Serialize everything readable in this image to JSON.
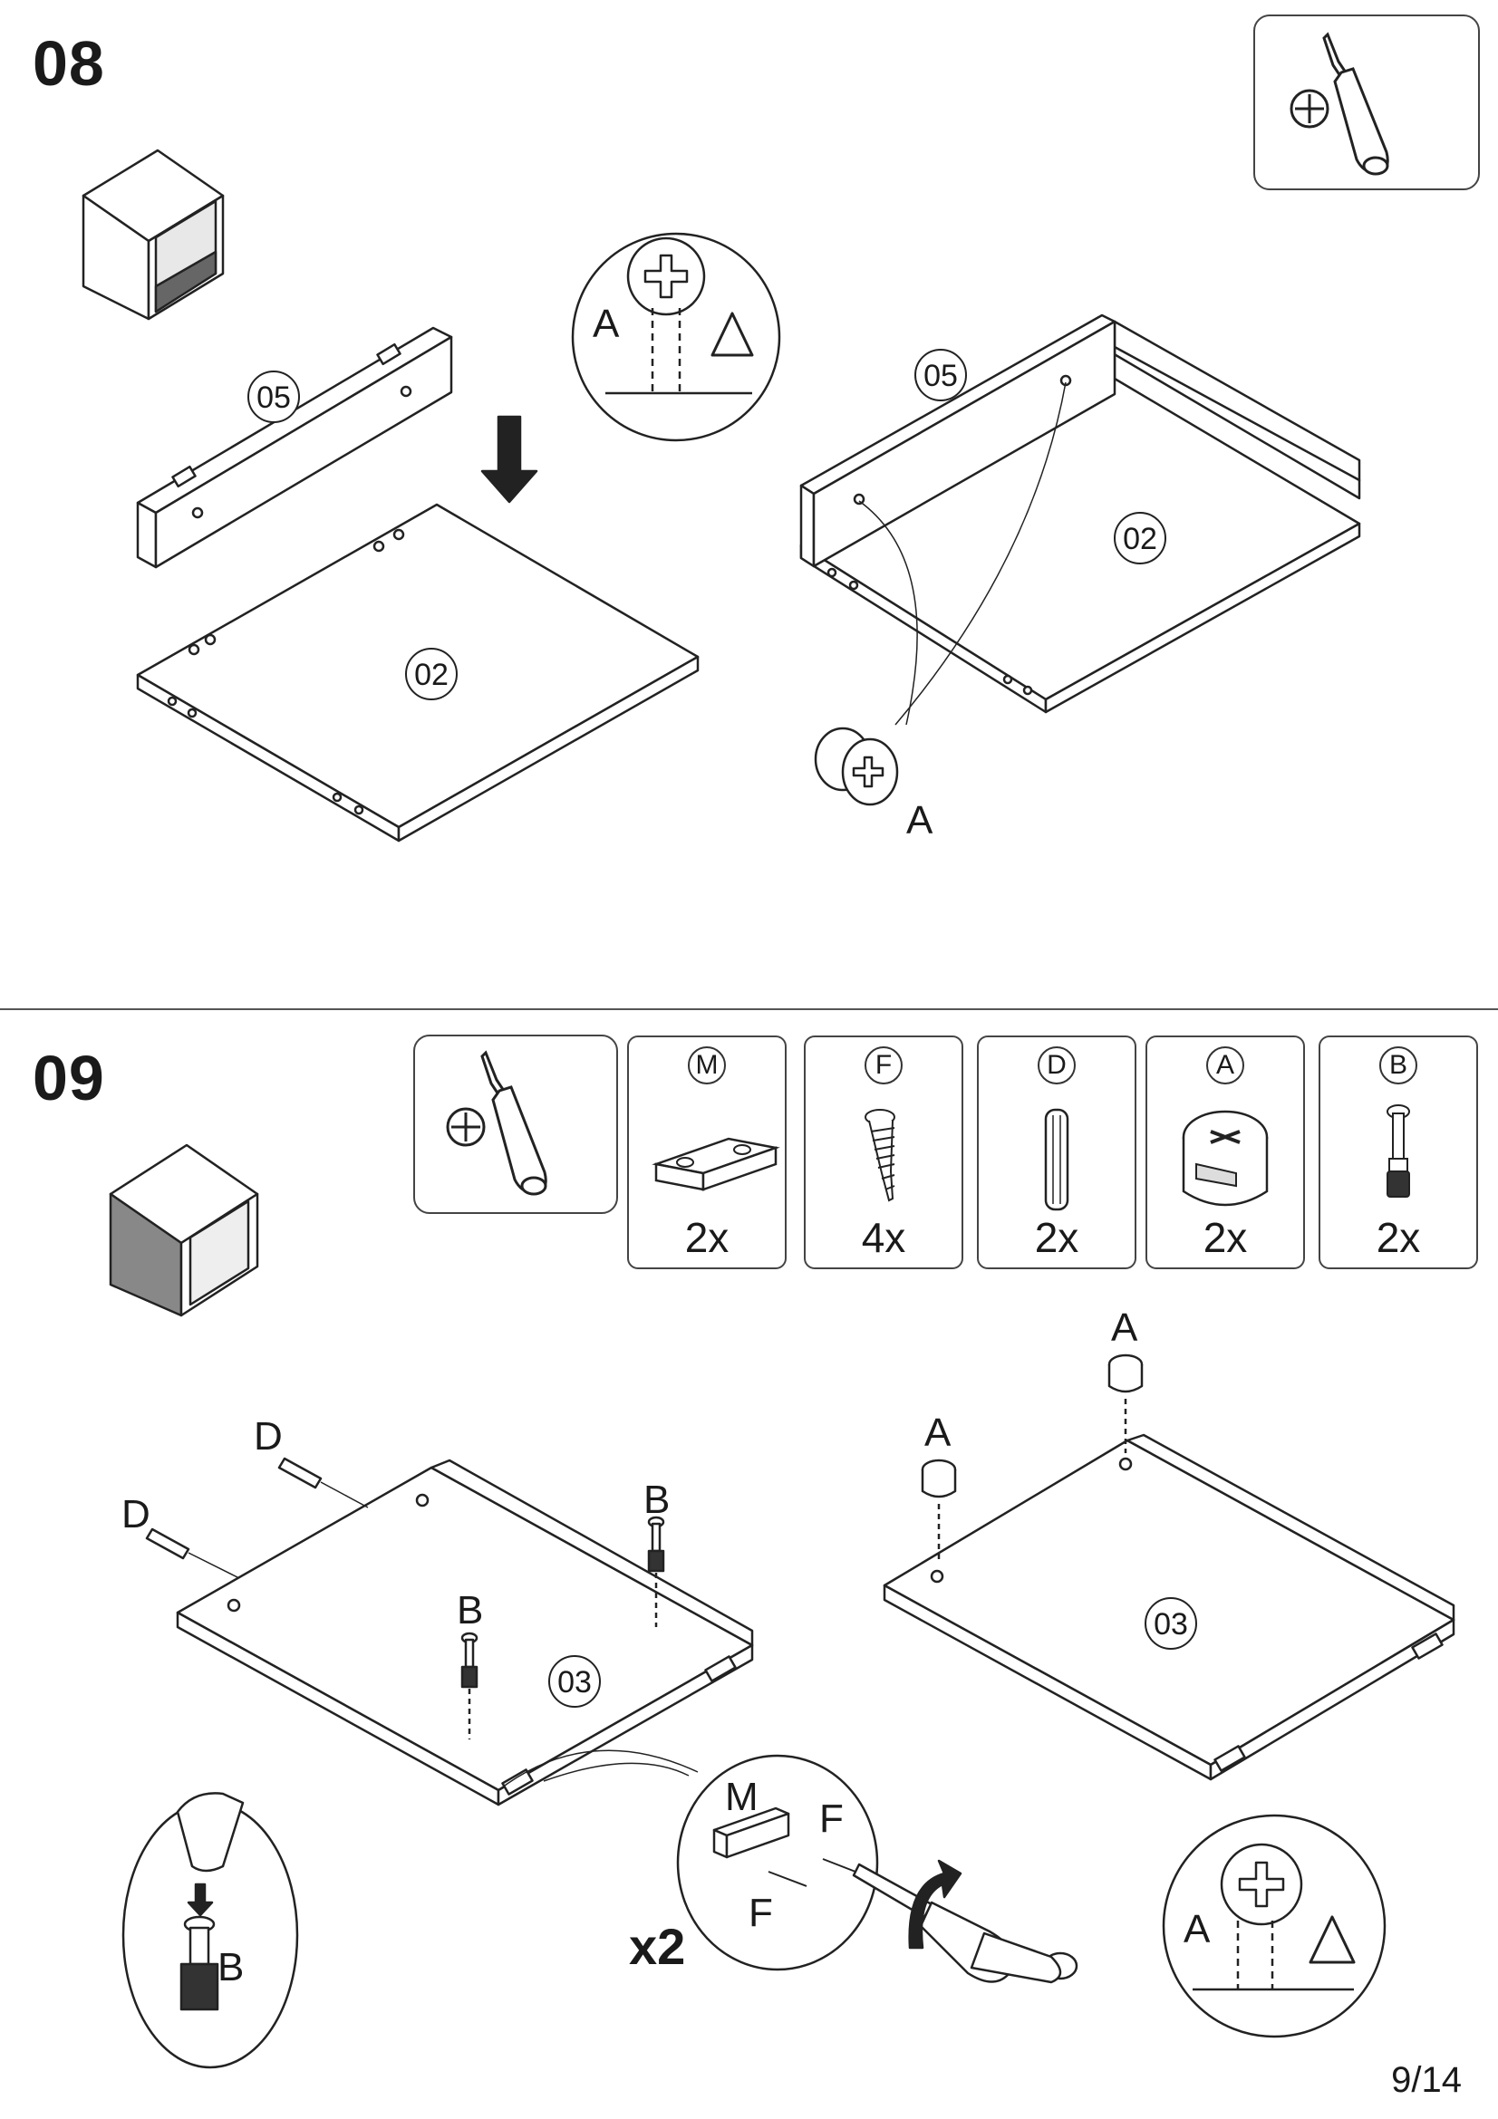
{
  "step_08": {
    "number": "08",
    "panel_left": "05",
    "panel_board": "02",
    "panel_right_top": "05",
    "panel_right_board": "02",
    "cam_label": "A",
    "detail_label": "A",
    "tool_icon": "screwdriver-icon"
  },
  "step_09": {
    "number": "09",
    "parts": [
      {
        "code": "M",
        "count": "2x",
        "icon": "connector-plate-icon"
      },
      {
        "code": "F",
        "count": "4x",
        "icon": "screw-icon"
      },
      {
        "code": "D",
        "count": "2x",
        "icon": "dowel-icon"
      },
      {
        "code": "A",
        "count": "2x",
        "icon": "cam-lock-icon"
      },
      {
        "code": "B",
        "count": "2x",
        "icon": "cam-bolt-icon"
      }
    ],
    "labels": {
      "dowel_1": "D",
      "dowel_2": "D",
      "bolt_1": "B",
      "bolt_2": "B",
      "board_left": "03",
      "board_right": "03",
      "cam_1": "A",
      "cam_2": "A",
      "zoom_plate": "M",
      "zoom_screw_1": "F",
      "zoom_screw_2": "F",
      "repeat": "x2",
      "zoom_bolt": "B",
      "detail": "A"
    }
  },
  "page": "9/14"
}
